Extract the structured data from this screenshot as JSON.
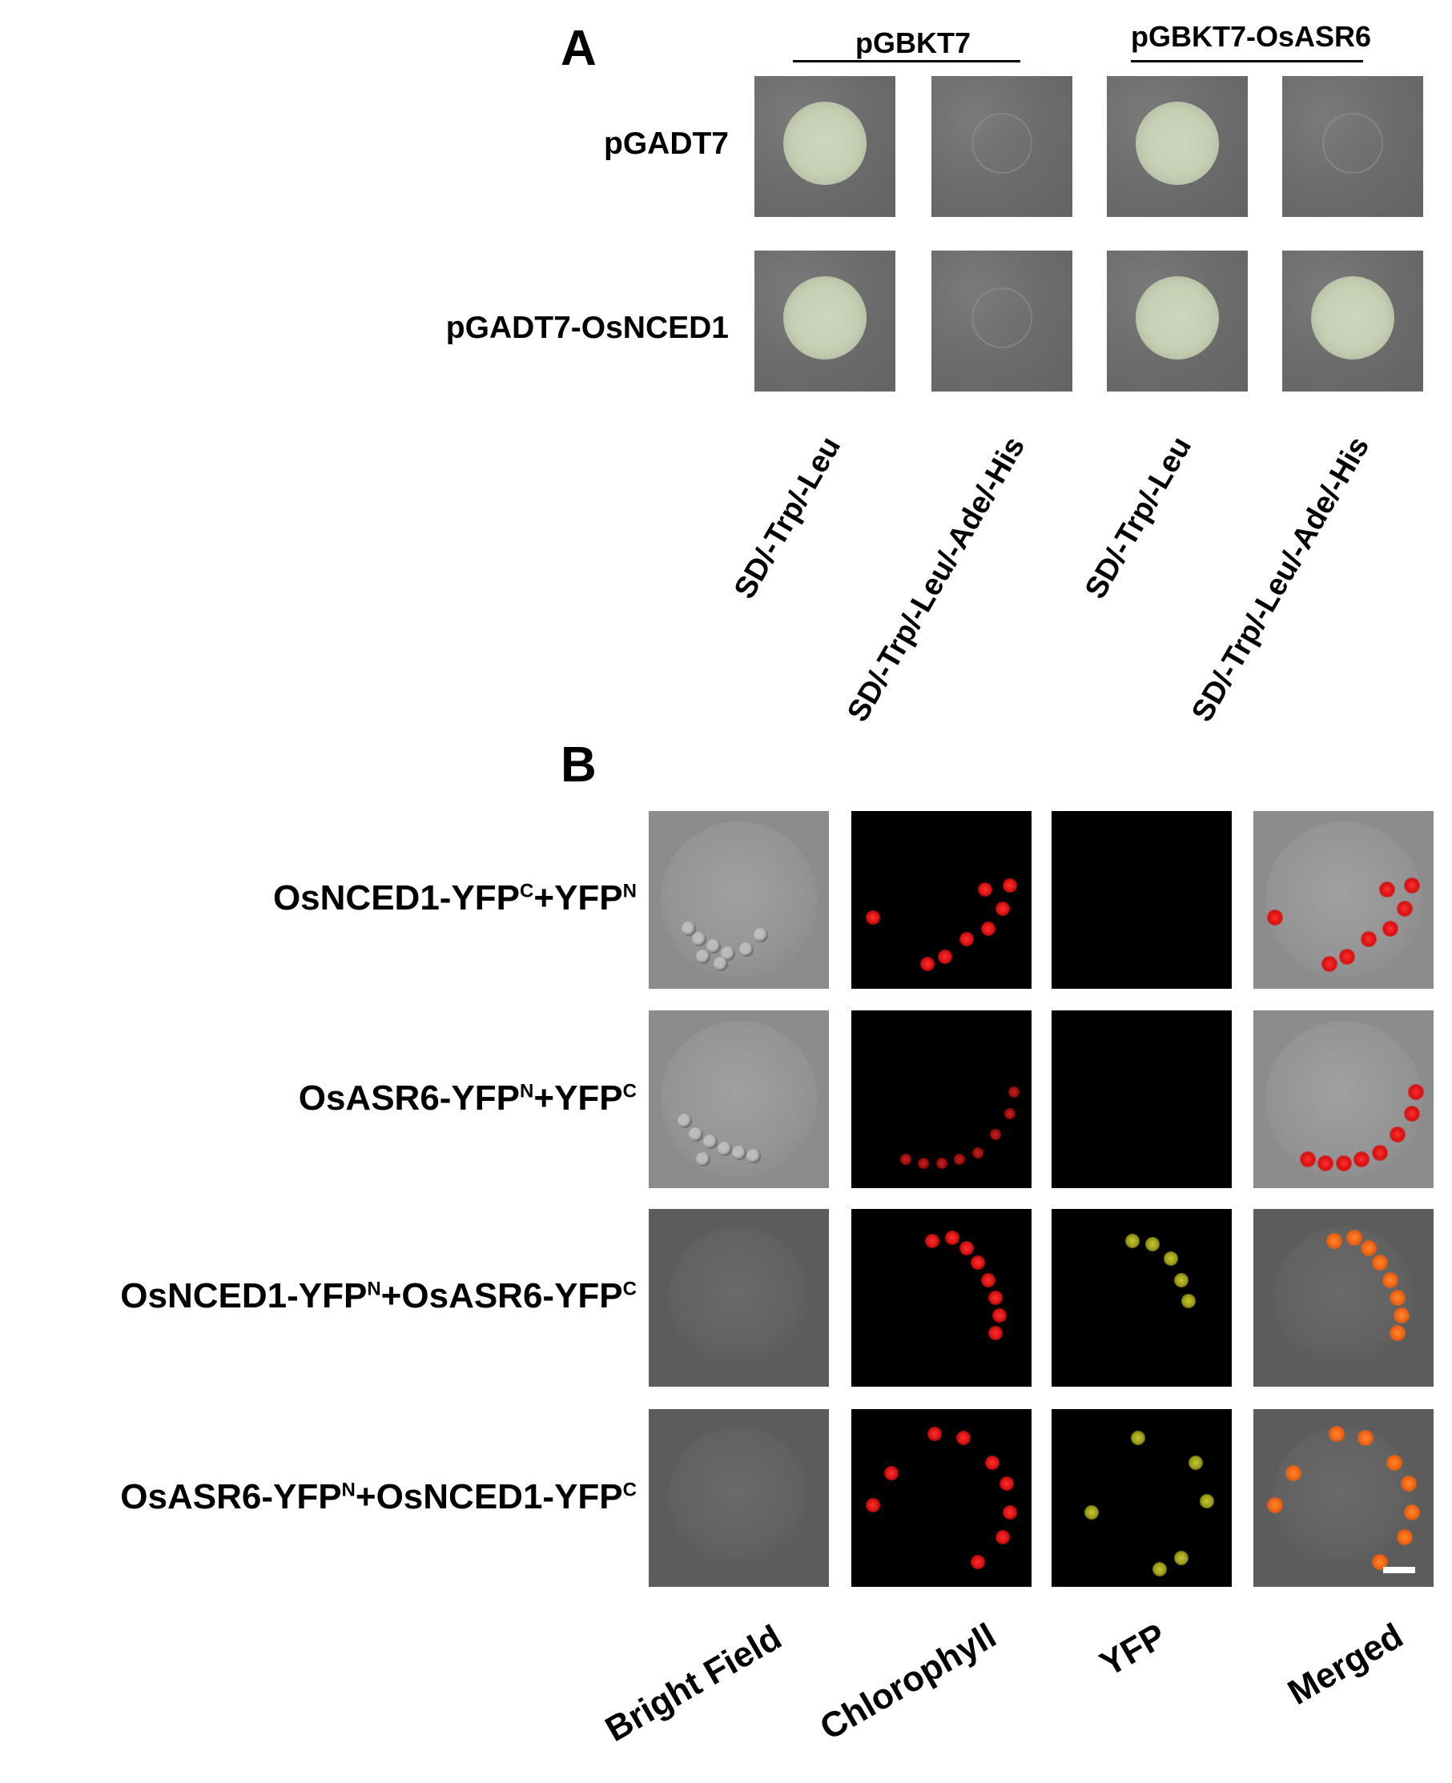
{
  "panel_a": {
    "letter": "A",
    "group_headers": [
      "pGBKT7",
      "pGBKT7-OsASR6"
    ],
    "row_labels": [
      "pGADT7",
      "pGADT7-OsNCED1"
    ],
    "media": [
      "SD/-Trp/-Leu",
      "SD/-Trp/-Leu/-Ade/-His",
      "SD/-Trp/-Leu",
      "SD/-Trp/-Leu/-Ade/-His"
    ],
    "growth_grid": [
      [
        "grow",
        "faint",
        "grow",
        "faint"
      ],
      [
        "grow",
        "faint",
        "grow",
        "grow"
      ]
    ]
  },
  "panel_b": {
    "letter": "B",
    "rows": [
      {
        "a": "OsNCED1-YFP",
        "a_sup": "C",
        "b": "+YFP",
        "b_sup": "N"
      },
      {
        "a": "OsASR6-YFP",
        "a_sup": "N",
        "b": "+YFP",
        "b_sup": "C"
      },
      {
        "a": "OsNCED1-YFP",
        "a_sup": "N",
        "b": "+OsASR6-YFP",
        "b_sup": "C"
      },
      {
        "a": "OsASR6-YFP",
        "a_sup": "N",
        "b": "+OsNCED1-YFP",
        "b_sup": "C"
      }
    ],
    "channels": [
      "Bright Field",
      "Chlorophyll",
      "YFP",
      "Merged"
    ],
    "colors": {
      "chlorophyll": "#e01414",
      "yfp": "#c8c828",
      "merged": "#f06010"
    }
  }
}
